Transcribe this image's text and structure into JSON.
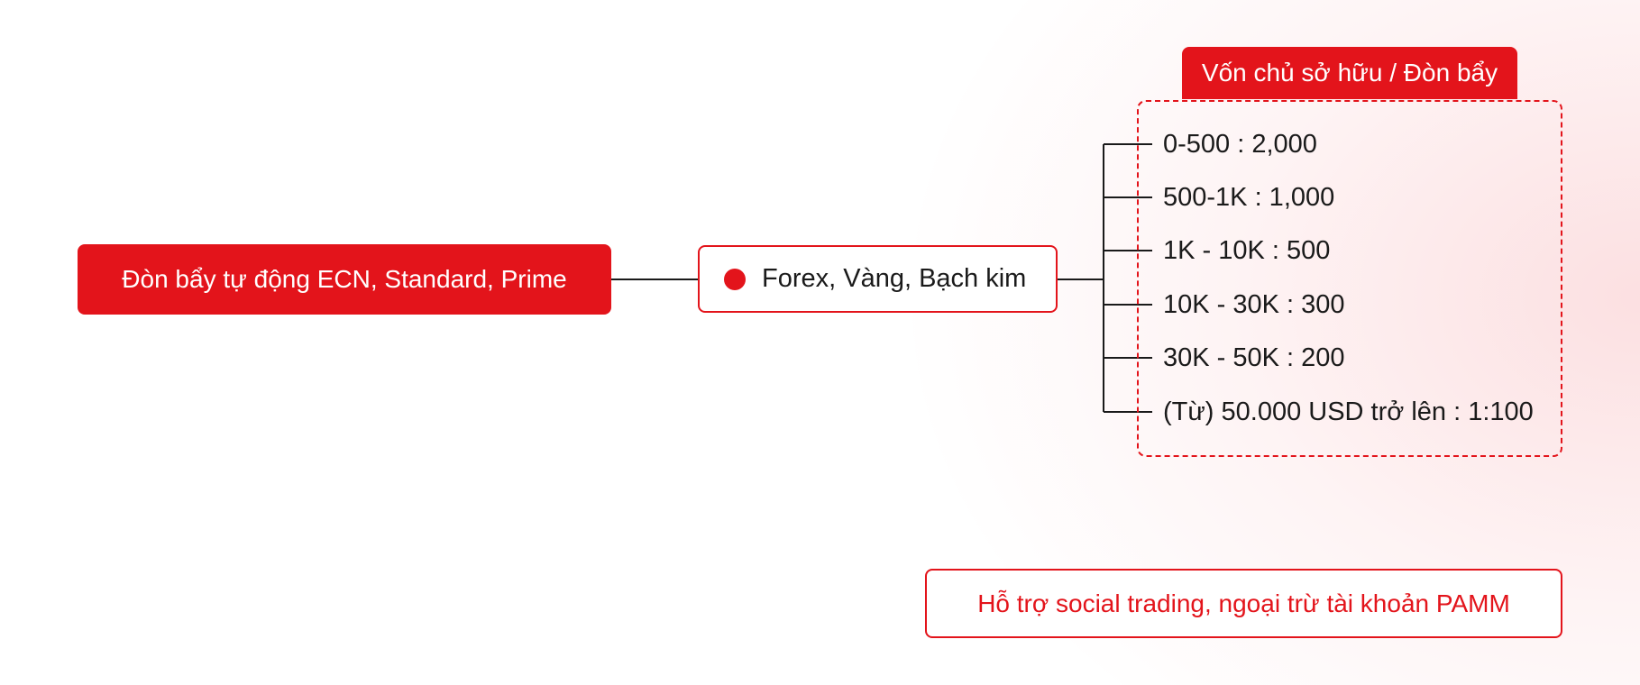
{
  "root": {
    "label": "Đòn bẩy tự động ECN, Standard, Prime"
  },
  "category": {
    "label": "Forex, Vàng, Bạch kim"
  },
  "leverage_group": {
    "title": "Vốn chủ sở hữu / Đòn bẩy",
    "tiers": [
      {
        "label": "0-500 : 2,000"
      },
      {
        "label": "500-1K : 1,000"
      },
      {
        "label": "1K - 10K : 500"
      },
      {
        "label": "10K - 30K : 300"
      },
      {
        "label": "30K - 50K : 200"
      },
      {
        "label": "(Từ) 50.000 USD trở lên : 1:100"
      }
    ]
  },
  "note": {
    "label": "Hỗ trợ social trading, ngoại trừ tài khoản PAMM"
  },
  "colors": {
    "accent": "#e3141b",
    "text": "#1a1a1a",
    "connector": "#1a1a1a"
  }
}
